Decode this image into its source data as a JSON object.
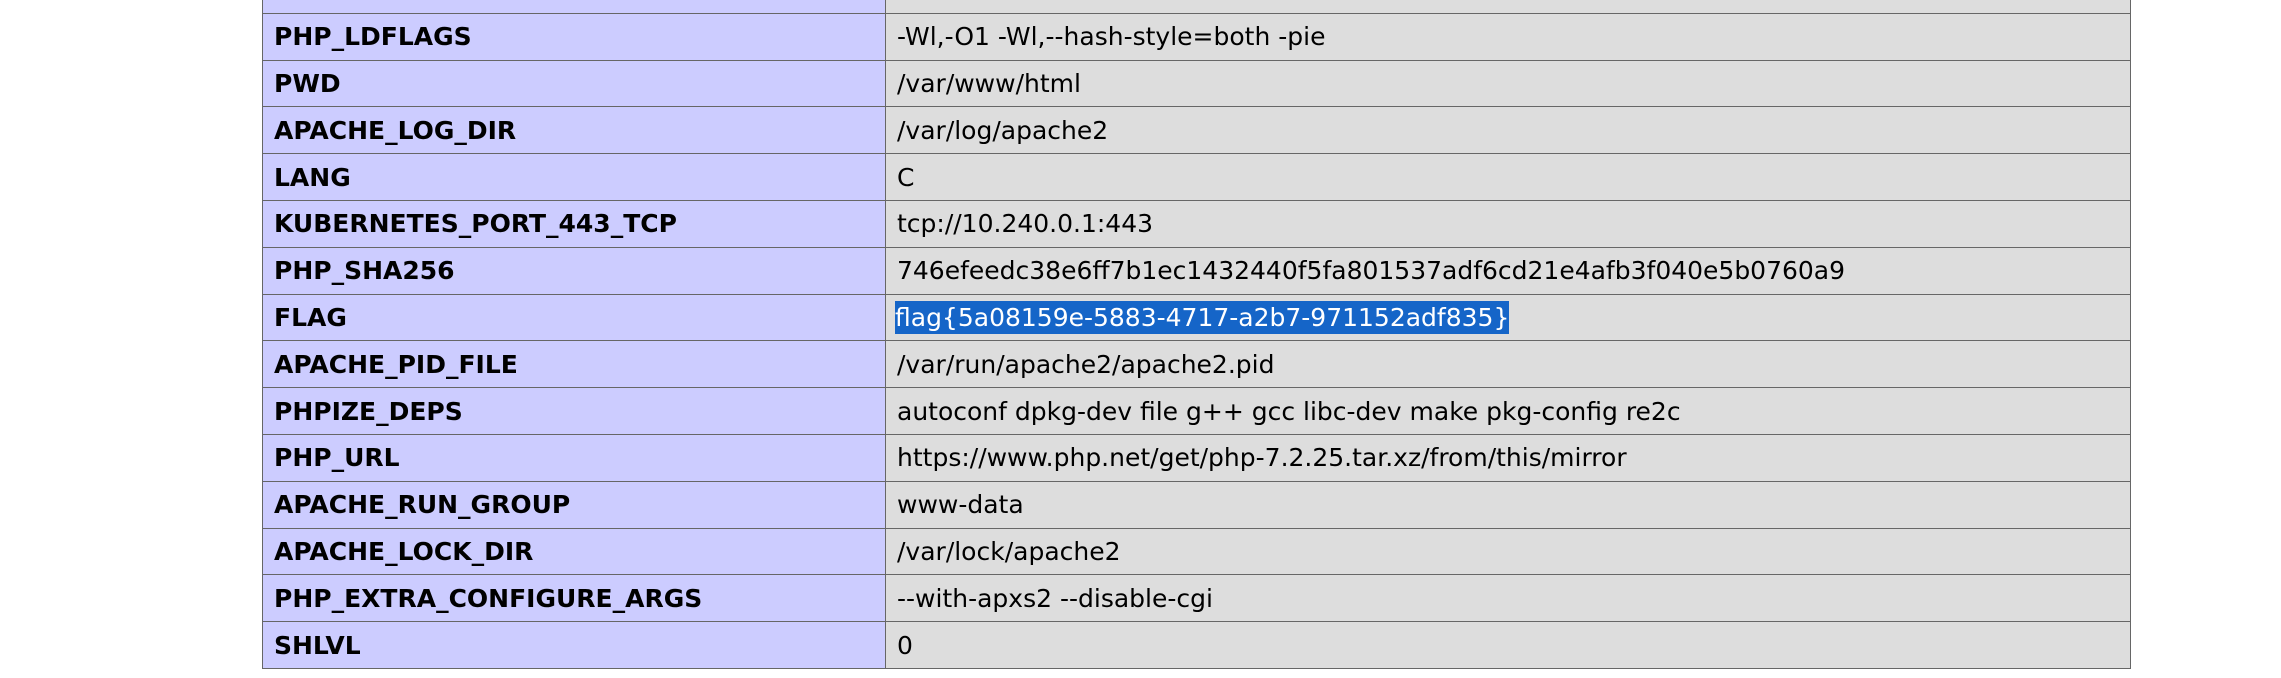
{
  "env_table": {
    "rows": [
      {
        "key": "",
        "value": ""
      },
      {
        "key": "PHP_LDFLAGS",
        "value": "-Wl,-O1 -Wl,--hash-style=both -pie"
      },
      {
        "key": "PWD",
        "value": "/var/www/html"
      },
      {
        "key": "APACHE_LOG_DIR",
        "value": "/var/log/apache2"
      },
      {
        "key": "LANG",
        "value": "C"
      },
      {
        "key": "KUBERNETES_PORT_443_TCP",
        "value": "tcp://10.240.0.1:443"
      },
      {
        "key": "PHP_SHA256",
        "value": "746efeedc38e6ff7b1ec1432440f5fa801537adf6cd21e4afb3f040e5b0760a9"
      },
      {
        "key": "FLAG",
        "value": "flag{5a08159e-5883-4717-a2b7-971152adf835}"
      },
      {
        "key": "APACHE_PID_FILE",
        "value": "/var/run/apache2/apache2.pid"
      },
      {
        "key": "PHPIZE_DEPS",
        "value": "autoconf dpkg-dev file g++ gcc libc-dev make pkg-config re2c"
      },
      {
        "key": "PHP_URL",
        "value": "https://www.php.net/get/php-7.2.25.tar.xz/from/this/mirror"
      },
      {
        "key": "APACHE_RUN_GROUP",
        "value": "www-data"
      },
      {
        "key": "APACHE_LOCK_DIR",
        "value": "/var/lock/apache2"
      },
      {
        "key": "PHP_EXTRA_CONFIGURE_ARGS",
        "value": "--with-apxs2 --disable-cgi"
      },
      {
        "key": "SHLVL",
        "value": "0"
      }
    ]
  },
  "selection": {
    "highlight_color": "#1565c8",
    "highlighted_key": "FLAG"
  },
  "colors": {
    "key_cell_bg": "#ccccff",
    "value_cell_bg": "#dddddd",
    "border": "#666666"
  }
}
